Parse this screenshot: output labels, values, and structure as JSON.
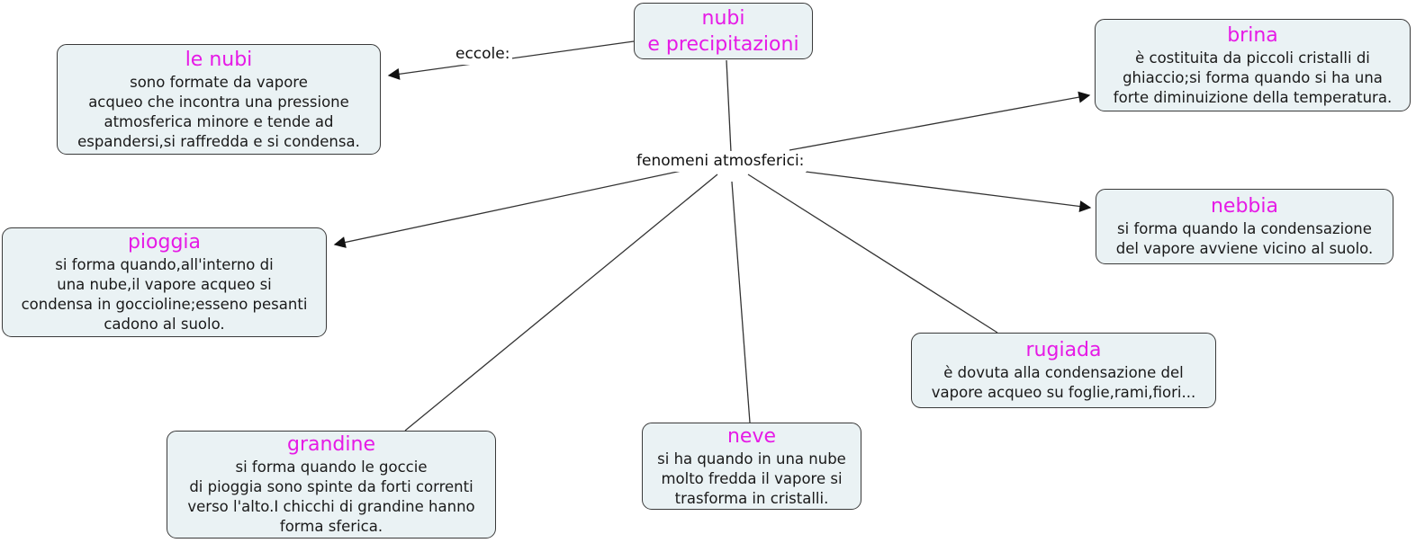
{
  "root": {
    "label": "nubi\ne precipitazioni"
  },
  "connectors": {
    "eccole": "eccole:",
    "fenomeni": "fenomeni atmosferici:"
  },
  "boxes": {
    "le_nubi": {
      "title": "le nubi",
      "body": "sono formate da vapore\nacqueo che incontra una pressione\natmosferica minore e tende ad\nespandersi,si raffredda e si condensa."
    },
    "brina": {
      "title": "brina",
      "body": "è costituita da piccoli cristalli di\nghiaccio;si forma quando si ha una\nforte diminuizione della temperatura."
    },
    "nebbia": {
      "title": "nebbia",
      "body": "si forma quando la condensazione\ndel vapore avviene vicino al suolo."
    },
    "rugiada": {
      "title": "rugiada",
      "body": "è dovuta alla condensazione del\nvapore acqueo su foglie,rami,fiori..."
    },
    "pioggia": {
      "title": "pioggia",
      "body": "si forma quando,all'interno di\nuna nube,il vapore acqueo si\ncondensa in goccioline;esseno pesanti\ncadono al suolo."
    },
    "grandine": {
      "title": "grandine",
      "body": "si forma quando le goccie\ndi pioggia sono spinte da forti correnti\nverso l'alto.I chicchi di grandine hanno\nforma sferica."
    },
    "neve": {
      "title": "neve",
      "body": "si ha quando in una nube\nmolto fredda il vapore si\ntrasforma in cristalli."
    }
  },
  "colors": {
    "title_magenta": "#e61ae6",
    "body_text": "#1a1a1a",
    "box_fill": "#eaf2f4",
    "box_border": "#3a3a3a",
    "line": "#333333"
  }
}
